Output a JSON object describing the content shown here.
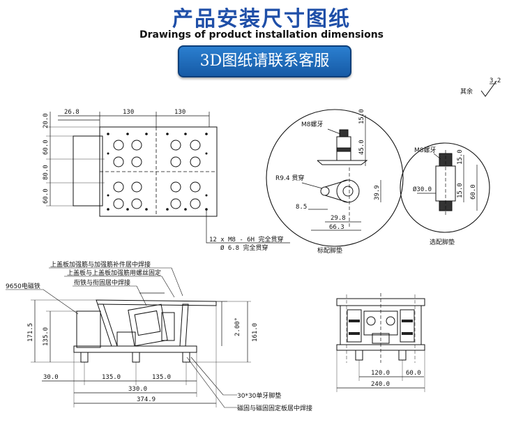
{
  "header": {
    "title_cn": "产品安装尺寸图纸",
    "title_en": "Drawings of product installation dimensions",
    "button_label": "3D图纸请联系客服"
  },
  "roughness": {
    "prefix": "其余",
    "value": "3.2"
  },
  "top_view": {
    "dims_top": [
      "26.8",
      "130",
      "130"
    ],
    "dims_left": [
      "20.0",
      "60.0",
      "80.0",
      "60.0"
    ],
    "hole_note_1": "12 x  M8 - 6H 完全贯穿",
    "hole_note_2": "Ø 6.8 完全贯穿"
  },
  "foot_std": {
    "thread_label": "M8螺牙",
    "radius_label": "R9.4 贯穿",
    "dims_right": [
      "15.0",
      "45.0",
      "39.9"
    ],
    "dims_bottom": [
      "8.5",
      "29.8",
      "66.3"
    ],
    "caption": "标配脚垫"
  },
  "foot_opt": {
    "thread_label": "M8螺牙",
    "diameter_label": "Ø30.0",
    "dims_right": [
      "15.0",
      "15.0",
      "60.0"
    ],
    "caption": "选配脚垫"
  },
  "side_view": {
    "label_1": "上盖板加强筋与加强筋补件居中焊接",
    "label_2": "上盖板与上盖板加强筋用螺丝固定",
    "label_3": "衔铁与衔固居中焊接",
    "label_4": "9650电磁铁",
    "label_5": "30*30单牙脚垫",
    "label_6": "磁固与磁固固定板居中焊接",
    "angle": "2.00°",
    "dims_left": [
      "171.5",
      "135.0"
    ],
    "dims_right": [
      "161.0"
    ],
    "dims_bottom": [
      "30.0",
      "135.0",
      "135.0",
      "330.0",
      "374.9"
    ]
  },
  "front_view": {
    "dims_bottom": [
      "120.0",
      "60.0",
      "240.0"
    ]
  }
}
